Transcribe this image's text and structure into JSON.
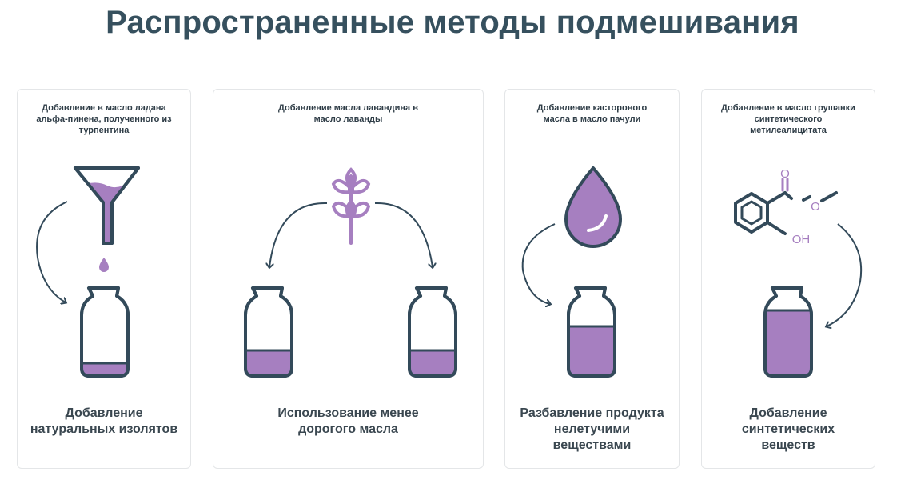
{
  "title": "Распространенные методы подмешивания",
  "colors": {
    "accent": "#a67fc0",
    "stroke": "#334a5a",
    "text": "#3a4750"
  },
  "cards": [
    {
      "description": "Добавление в масло ладана альфа-пинена, полученного из турпентина",
      "label": "Добавление натуральных изолятов",
      "icons": [
        "funnel-icon",
        "oil-drop-icon",
        "bottle-icon",
        "arrow-icon"
      ]
    },
    {
      "description": "Добавление масла лавандина в масло лаванды",
      "label": "Использование менее дорогого масла",
      "icons": [
        "lavender-icon",
        "bottle-icon",
        "bottle-icon",
        "arrow-icon"
      ]
    },
    {
      "description": "Добавление касторового масла в масло пачули",
      "label": "Разбавление продукта нелетучими веществами",
      "icons": [
        "oil-drop-icon",
        "bottle-icon",
        "arrow-icon"
      ]
    },
    {
      "description": "Добавление в масло грушанки синтетического метилсалицитата",
      "label": "Добавление синтетических веществ",
      "molecule_labels": {
        "oxygen": "O",
        "ether_oxygen": "O",
        "hydroxyl": "OH"
      },
      "icons": [
        "molecule-icon",
        "bottle-icon",
        "arrow-icon"
      ]
    }
  ]
}
